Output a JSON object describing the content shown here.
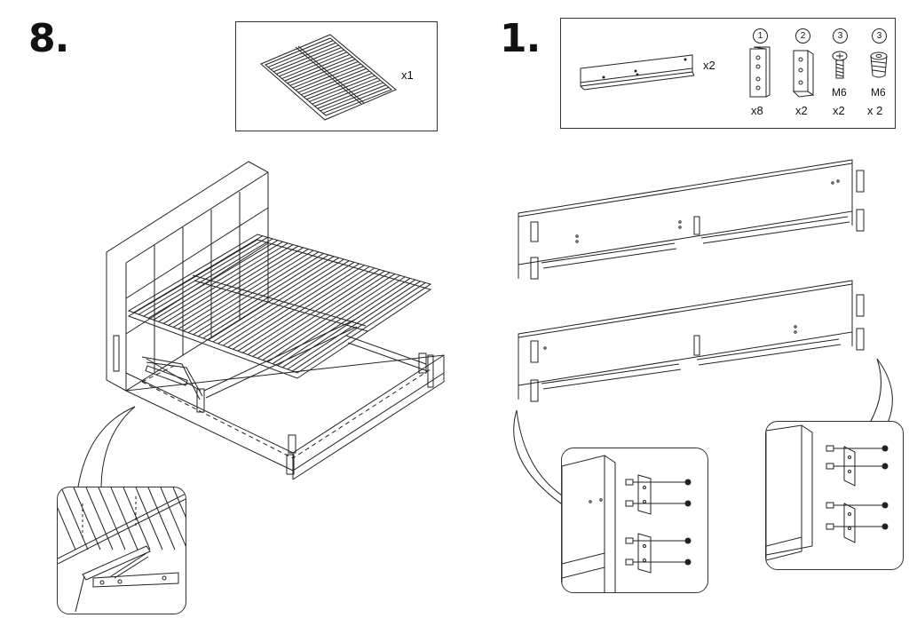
{
  "steps": {
    "step8": {
      "number": "8."
    },
    "step1": {
      "number": "1."
    }
  },
  "step8_parts": {
    "slat_frame_qty": "x1"
  },
  "step1_parts": {
    "rail_qty": "x2",
    "hardware": [
      {
        "index": "1",
        "qty": "x8",
        "spec": ""
      },
      {
        "index": "2",
        "qty": "x2",
        "spec": ""
      },
      {
        "index": "3",
        "qty": "x2",
        "spec": "M6"
      },
      {
        "index": "3",
        "qty": "x 2",
        "spec": "M6"
      }
    ]
  },
  "colors": {
    "line": "#222222",
    "background": "#ffffff"
  }
}
